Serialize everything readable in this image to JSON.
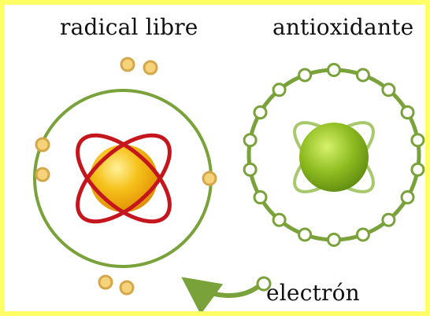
{
  "labels": {
    "free_radical": "radical libre",
    "antioxidant": "antioxidante",
    "electron": "electrón"
  },
  "colors": {
    "frame_yellow": "#ffff66",
    "orbit_green": "#7aa23a",
    "nucleus_orange": "#f3a900",
    "nucleus_green": "#86b21f",
    "electron_fill": "#f6d37a",
    "electron_stroke": "#d4a84a",
    "red_orbit": "#c5161d",
    "antiox_electron_fill": "#ffffff"
  },
  "icons": {
    "free_radical_atom": "atom-icon",
    "antioxidant_atom": "atom-icon",
    "arrow": "curved-arrow-icon"
  }
}
